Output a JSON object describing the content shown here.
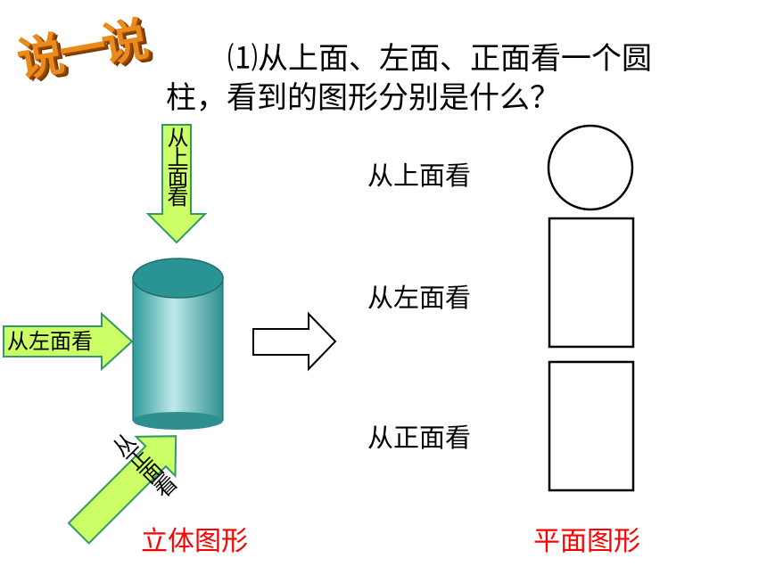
{
  "badge": "说一说",
  "question": {
    "line1": "⑴从上面、左面、正面看一个圆",
    "line2": "柱，看到的图形分别是什么？"
  },
  "arrows": {
    "top": "从上面看",
    "left": "从左面看",
    "front": "从正面看"
  },
  "views": {
    "top": "从上面看",
    "left": "从左面看",
    "front": "从正面看"
  },
  "captions": {
    "solid": "立体图形",
    "plane": "平面图形"
  },
  "colors": {
    "arrow_fill": "#ccff66",
    "arrow_stroke": "#339966",
    "cylinder": "#40a8a8",
    "caption": "#ff0000",
    "badge": "#e98a1a"
  }
}
